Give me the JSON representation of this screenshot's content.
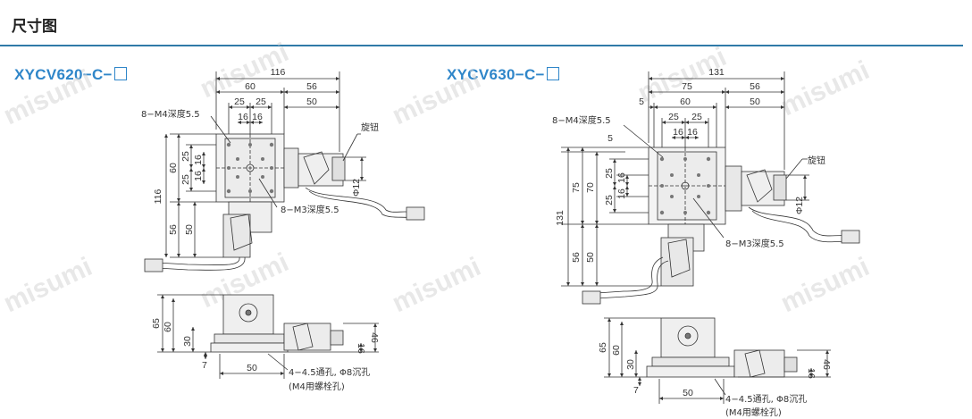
{
  "header": {
    "title": "尺寸图"
  },
  "watermark": "misumi",
  "left": {
    "model": "XYCV620−C−",
    "dims": {
      "w116": "116",
      "w60": "60",
      "w56": "56",
      "w25a": "25",
      "w25b": "25",
      "w50": "50",
      "w16a": "16",
      "w16b": "16",
      "h60": "60",
      "h25a": "25",
      "h25b": "25",
      "h16a": "16",
      "h16b": "16",
      "h116": "116",
      "h56": "56",
      "h50": "50",
      "phi12": "Φ12",
      "s65": "65",
      "s60": "60",
      "s30": "30",
      "s7": "7",
      "s50": "50",
      "s46": "46",
      "s16": "16"
    },
    "labels": {
      "top_hole": "8−M4深度5.5",
      "knob": "旋钮",
      "mid_hole": "8−M3深度5.5",
      "thru_hole": "4−4.5通孔, Φ8沉孔",
      "bolt": "(M4用螺栓孔)"
    }
  },
  "right": {
    "model": "XYCV630−C−",
    "dims": {
      "w131": "131",
      "w75": "75",
      "w56": "56",
      "w5": "5",
      "w60": "60",
      "w50": "50",
      "w25a": "25",
      "w25b": "25",
      "w16a": "16",
      "w16b": "16",
      "h5": "5",
      "h75": "75",
      "h70": "70",
      "h25a": "25",
      "h25b": "25",
      "h16a": "16",
      "h16b": "16",
      "h131": "131",
      "h56": "56",
      "h50": "50",
      "phi12": "Φ12",
      "s65": "65",
      "s60": "60",
      "s30": "30",
      "s7": "7",
      "s50": "50",
      "s46": "46",
      "s16": "16"
    },
    "labels": {
      "top_hole": "8−M4深度5.5",
      "knob": "旋钮",
      "mid_hole": "8−M3深度5.5",
      "thru_hole": "4−4.5通孔, Φ8沉孔",
      "bolt": "(M4用螺栓孔)"
    }
  }
}
